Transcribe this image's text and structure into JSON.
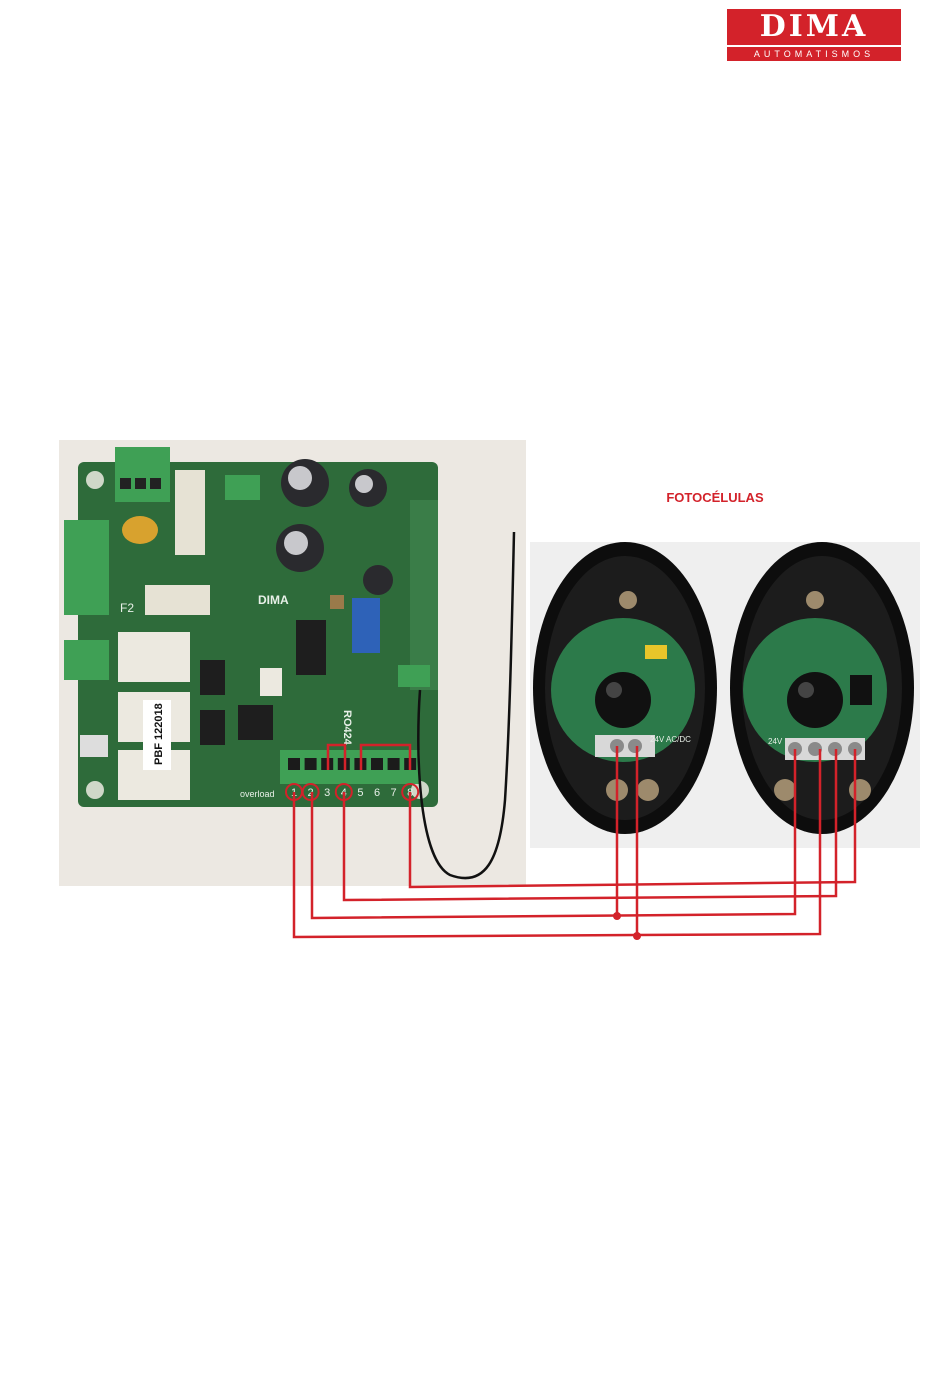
{
  "logo": {
    "brand": "DIMA",
    "subtitle": "AUTOMATISMOS"
  },
  "diagram": {
    "photocell_label": "FOTOCÉLULAS",
    "board": {
      "manufacturer": "DIMA",
      "model": "RO424",
      "part_label": "PBF 122018",
      "fuse_label": "F2",
      "overload_label": "overload",
      "terminals": [
        "1",
        "2",
        "3",
        "4",
        "5",
        "6",
        "7",
        "8"
      ],
      "circled_terminals": [
        "1",
        "2",
        "4",
        "8"
      ]
    },
    "receiver_label": "24V AC/DC",
    "transmitter_label": "24V",
    "wire_color": "#d3222a",
    "board_color": "#2e6b3a"
  },
  "colors": {
    "brand_red": "#d3222a",
    "wire_red": "#d3222a",
    "pcb_green": "#2e6b3a"
  }
}
